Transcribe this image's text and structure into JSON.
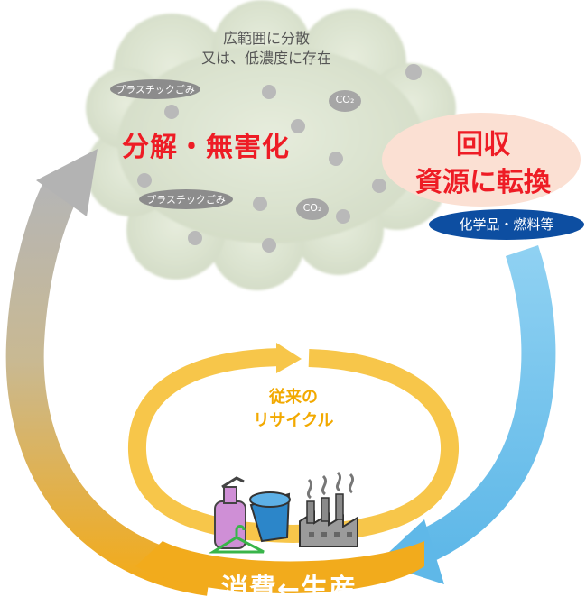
{
  "cloud": {
    "caption_line1": "広範囲に分散",
    "caption_line2": "又は、低濃度に存在",
    "plastic_trash": "プラスチックごみ",
    "co2": "CO₂"
  },
  "decompose": {
    "label": "分解・無害化"
  },
  "recover": {
    "line1": "回収",
    "line2": "資源に転換"
  },
  "chemicals": {
    "label": "化学品・燃料等"
  },
  "recycle": {
    "line1": "従来の",
    "line2": "リサイクル"
  },
  "cycle": {
    "label": "消費←生産"
  },
  "colors": {
    "cloud": "#dde6d3",
    "grey_arrow": "#b3b3b3",
    "gold_arrow": "#f2ab1c",
    "light_gold": "#f7c64a",
    "blue_arrow": "#7cc8ee",
    "red_text": "#ee1c25",
    "pink_bubble": "#fbe0d3",
    "navy_pill": "#0d4ea1",
    "grey_pill": "#8a8a8a"
  },
  "icons": [
    "plastic-bottle-icon",
    "bucket-icon",
    "hanger-icon",
    "factory-icon"
  ]
}
